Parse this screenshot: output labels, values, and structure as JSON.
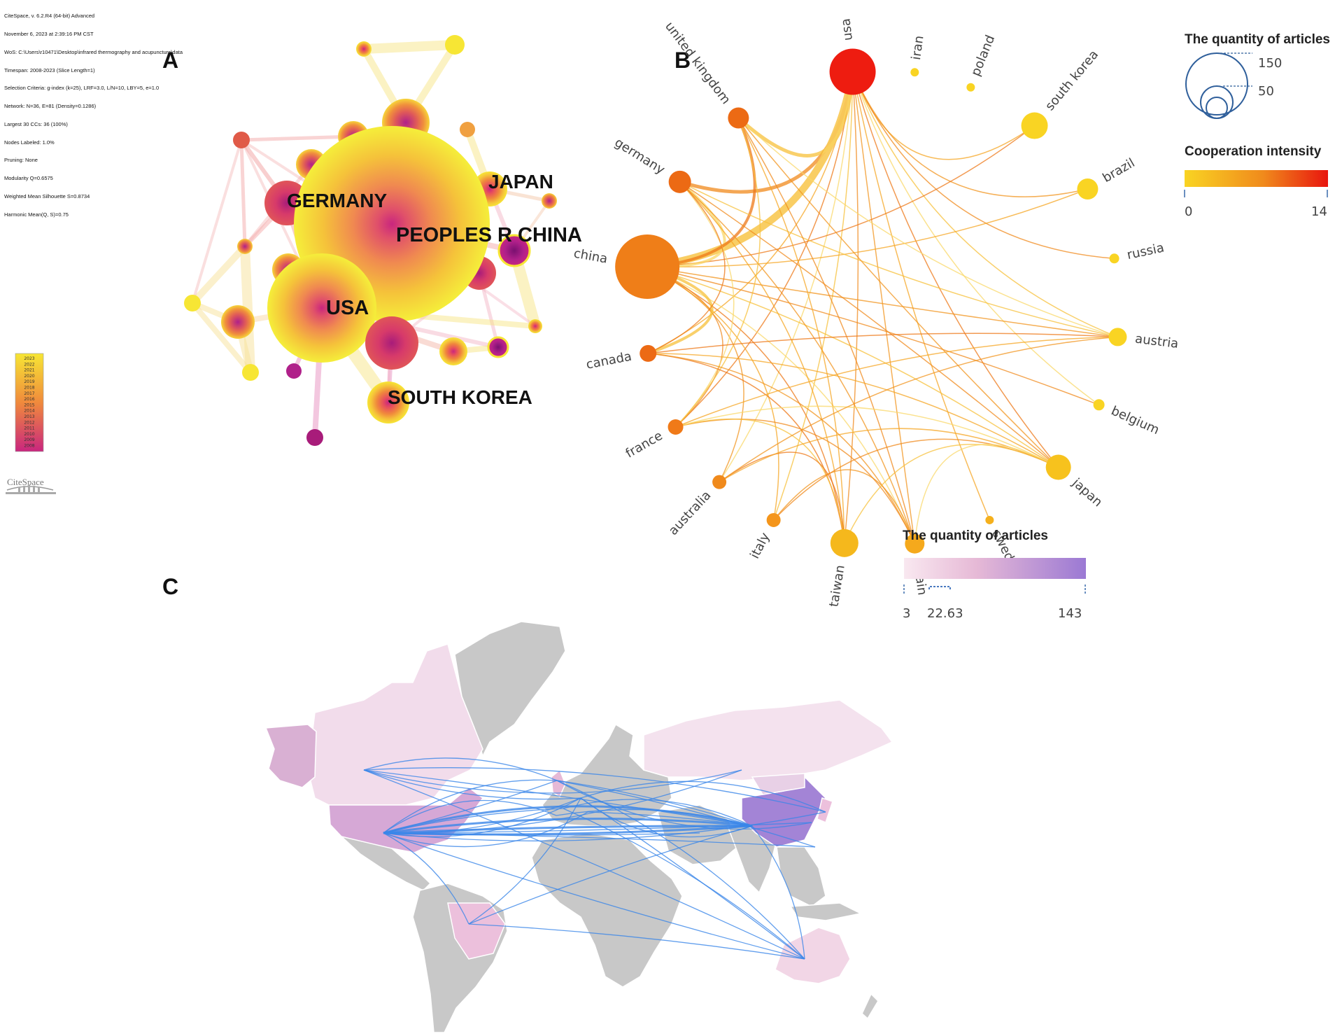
{
  "panels": {
    "a": "A",
    "b": "B",
    "c": "C"
  },
  "citespace": {
    "header_lines": [
      "CiteSpace, v. 6.2.R4 (64-bit) Advanced",
      "November 6, 2023 at 2:39:16 PM CST",
      "WoS: C:\\Users\\r10471\\Desktop\\infrared thermography and acupuncture\\data",
      "Timespan: 2008-2023 (Slice Length=1)",
      "Selection Criteria: g-index (k=25), LRF=3.0, L/N=10, LBY=5, e=1.0",
      "Network: N=36, E=81 (Density=0.1286)",
      "Largest 30 CCs: 36 (100%)",
      "Nodes Labeled: 1.0%",
      "Pruning: None",
      "Modularity Q=0.6575",
      "Weighted Mean Silhouette S=0.8734",
      "Harmonic Mean(Q, S)=0.75"
    ],
    "logo_text": "CiteSpace",
    "year_scale_ticks": [
      "2023",
      "2022",
      "2021",
      "2020",
      "2019",
      "2018",
      "2017",
      "2016",
      "2015",
      "2014",
      "2013",
      "2012",
      "2011",
      "2010",
      "2009",
      "2008"
    ],
    "node_labels": {
      "germany": "GERMANY",
      "japan": "JAPAN",
      "china": "PEOPLES R CHINA",
      "usa": "USA",
      "south_korea": "SOUTH KOREA"
    },
    "colors": {
      "recent": "#f7e634",
      "mid": "#f08a3c",
      "old": "#c9267e"
    }
  },
  "chord": {
    "countries": [
      "usa",
      "iran",
      "poland",
      "south korea",
      "brazil",
      "russia",
      "austria",
      "belgium",
      "japan",
      "sweden",
      "spain",
      "taiwan",
      "italy",
      "australia",
      "france",
      "canada",
      "china",
      "germany",
      "united kingdom"
    ],
    "legend": {
      "size_title": "The quantity of articles",
      "size_values": [
        "150",
        "50"
      ],
      "intensity_title": "Cooperation intensity",
      "intensity_min": "0",
      "intensity_max": "14"
    },
    "colors": {
      "low": "#f9d423",
      "mid": "#f08a1c",
      "high": "#e8150e"
    }
  },
  "map": {
    "legend": {
      "title": "The quantity of articles",
      "min": "3",
      "mid": "22.63",
      "max": "143"
    },
    "colors": {
      "low": "#f6e1ec",
      "high": "#9b79d4",
      "link": "#3a86e8",
      "nodata": "#c8c8c8"
    }
  }
}
